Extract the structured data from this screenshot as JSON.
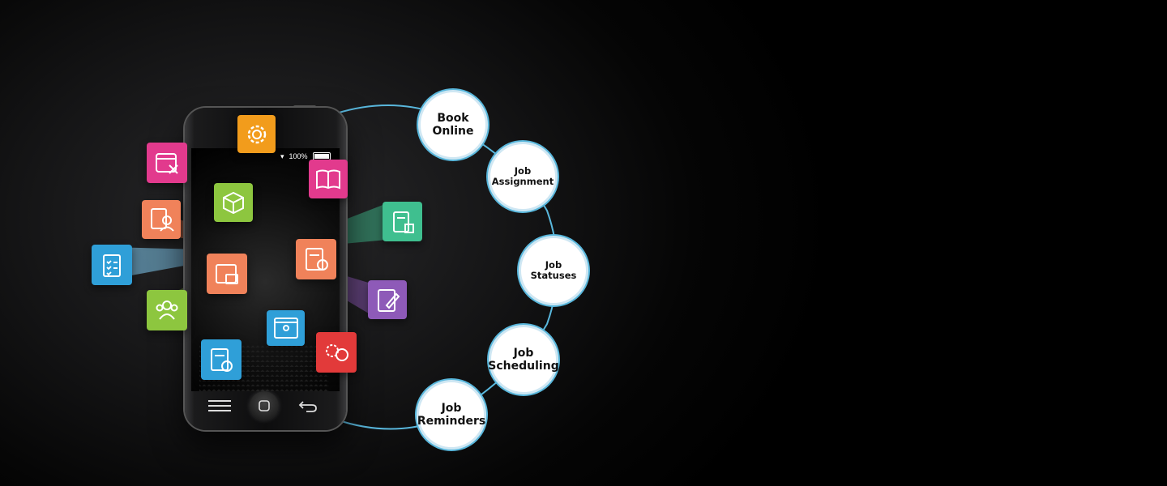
{
  "phone": {
    "status_battery": "100%"
  },
  "features": [
    {
      "label": "Book\nOnline"
    },
    {
      "label": "Job\nAssignment"
    },
    {
      "label": "Job\nStatuses"
    },
    {
      "label": "Job\nScheduling"
    },
    {
      "label": "Job\nReminders"
    }
  ],
  "app_icons": [
    {
      "name": "settings-gear-icon",
      "color": "#f29c1c"
    },
    {
      "name": "calendar-tools-icon",
      "color": "#e23a8d"
    },
    {
      "name": "rupee-book-icon",
      "color": "#e23a8d"
    },
    {
      "name": "package-box-icon",
      "color": "#8dc63f"
    },
    {
      "name": "user-document-icon",
      "color": "#f0825a"
    },
    {
      "name": "clipboard-checklist-icon",
      "color": "#2f9fd8"
    },
    {
      "name": "inventory-clipboard-icon",
      "color": "#3fbf8f"
    },
    {
      "name": "rupee-invoice-icon",
      "color": "#f0825a"
    },
    {
      "name": "calendar-briefcase-icon",
      "color": "#f0825a"
    },
    {
      "name": "clipboard-edit-icon",
      "color": "#8e5ab8"
    },
    {
      "name": "team-users-icon",
      "color": "#8dc63f"
    },
    {
      "name": "location-browser-icon",
      "color": "#2f9fd8"
    },
    {
      "name": "settings-user-icon",
      "color": "#e23a3a"
    },
    {
      "name": "rupee-receipt-icon",
      "color": "#2f9fd8"
    }
  ],
  "colors": {
    "ring": "#59b7dc",
    "background": "#000000"
  }
}
